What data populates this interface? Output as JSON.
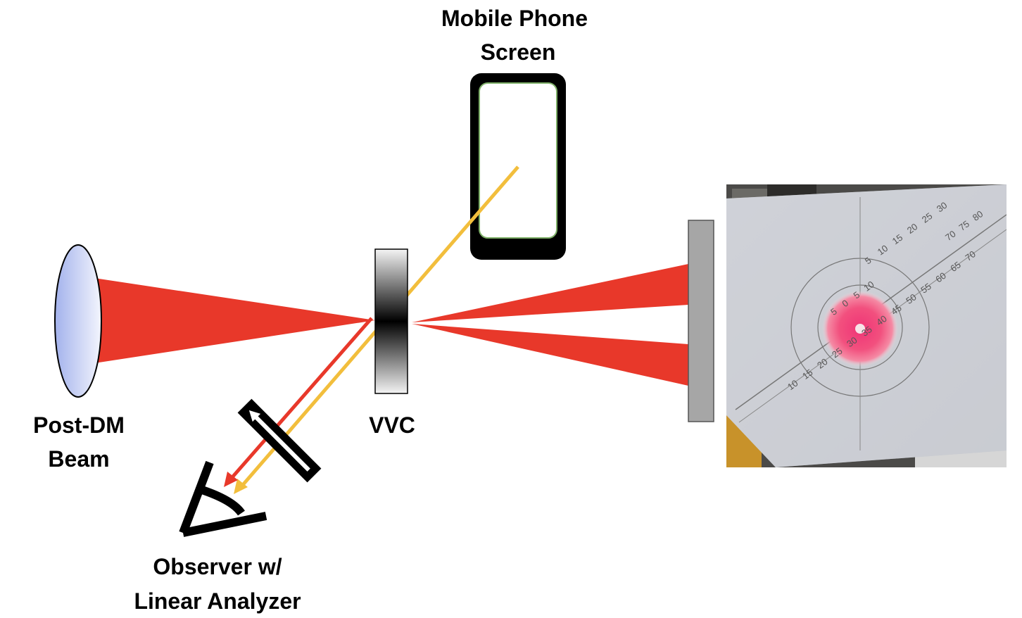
{
  "labels": {
    "phone_line1": "Mobile Phone",
    "phone_line2": "Screen",
    "beam_line1": "Post-DM",
    "beam_line2": "Beam",
    "vvc": "VVC",
    "observer_line1": "Observer w/",
    "observer_line2": "Linear Analyzer"
  },
  "ruler_ticks": {
    "top_row": [
      "5",
      "10",
      "15",
      "20",
      "25",
      "30"
    ],
    "inner_ring": [
      "5",
      "0",
      "5",
      "10"
    ],
    "bottom_row": [
      "70",
      "65",
      "60",
      "55",
      "50",
      "45",
      "40",
      "35",
      "30",
      "25",
      "20",
      "15",
      "10"
    ],
    "right_row": [
      "80",
      "75",
      "70"
    ]
  },
  "colors": {
    "red_beam": "#e8382a",
    "yellow_ray": "#f2be3c",
    "lens_fill": "#a9b8ee",
    "screen_gray": "#a6a6a6",
    "phone_outline": "#7fb069",
    "black": "#000000"
  }
}
